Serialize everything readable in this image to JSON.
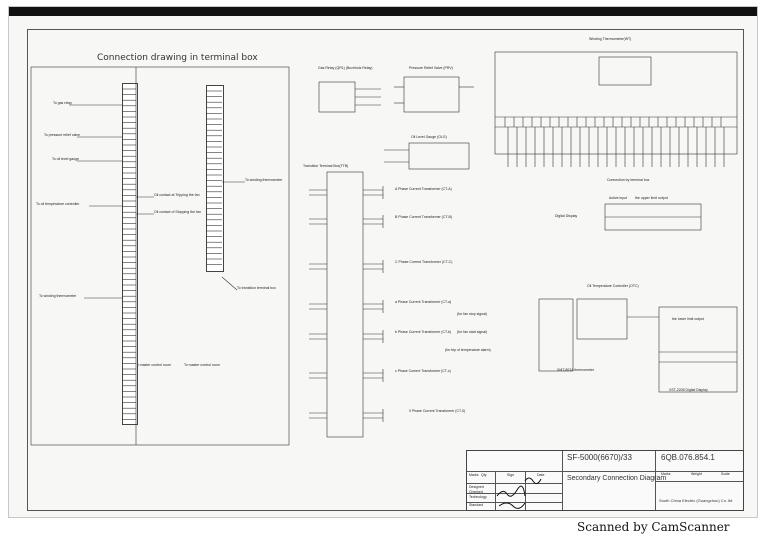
{
  "drawing": {
    "left_title": "Connection drawing in terminal box",
    "left_annotations": {
      "gas_relay": "To gas relay",
      "pressure_relief": "To pressure relief valve",
      "oil_level": "To oil level gauge",
      "oil_temp": "To oil temperature controller",
      "winding_thermo_left": "To winding thermometer",
      "master_left": "To master control room",
      "master_right": "To master control room",
      "winding_thermo_right": "To winding thermometer",
      "transition": "To transition terminal box",
      "contact_hi": "Oil contact at Tripping the fan",
      "contact_lo": "Oil contact of Stopping the fan"
    },
    "middle_labels": {
      "gas_relay": "Gas Relay (QR1) (Buchholz Relay)",
      "pressure_relief": "Pressure Relief Valve (PRV)",
      "oil_level": "Oil Level Gauge (OLG)",
      "transition_box": "Transition Terminal Box(TTB)",
      "ct_a": "A Phase Current Transformer (CT-A)",
      "ct_b": "B Phase Current Transformer (CT-B)",
      "ct_c": "C Phase Current Transformer (CT-C)",
      "ct_a2": "a Phase Current Transformer (CT-a)",
      "ct_b2": "b Phase Current Transformer (CT-b)",
      "ct_c2": "c Phase Current Transformer (CT-c)",
      "ct_0": "0 Phase Current Transformer (CT-0)",
      "fan_stop": "(for fan stop signal)",
      "fan_start": "(for fan start signal)",
      "temp_alarm": "(for trip of temperature alarm)"
    },
    "right_labels": {
      "winding_thermometer": "Winding Thermometer(WT)",
      "display": "Digital Display",
      "oil_temp_controller": "Oil Temperature Controller (OTC)",
      "connection_terminal": "Connection by terminal box",
      "xmt_thermometer": "XMT-803A thermometer",
      "digital_display_2": "XST-2208 Digital Display",
      "active_input": "Active input",
      "upper_limit": "the upper limit output",
      "lower_limit": "the lower limit output"
    }
  },
  "title_block": {
    "drawing_no": "SF-5000(6670)/33",
    "part_no": "6QB.076.854.1",
    "title": "Secondary Connection Diagram",
    "company": "South China Electric (Guangzhou) Co. ltd",
    "cols": [
      "Marks",
      "Weight",
      "Scale"
    ],
    "rows": [
      "Marks",
      "Qty",
      "Sign",
      "Date"
    ],
    "roles": [
      "Designed",
      "Checked",
      "Technology",
      "Standard"
    ]
  },
  "footer": {
    "scanner": "Scanned by CamScanner"
  }
}
